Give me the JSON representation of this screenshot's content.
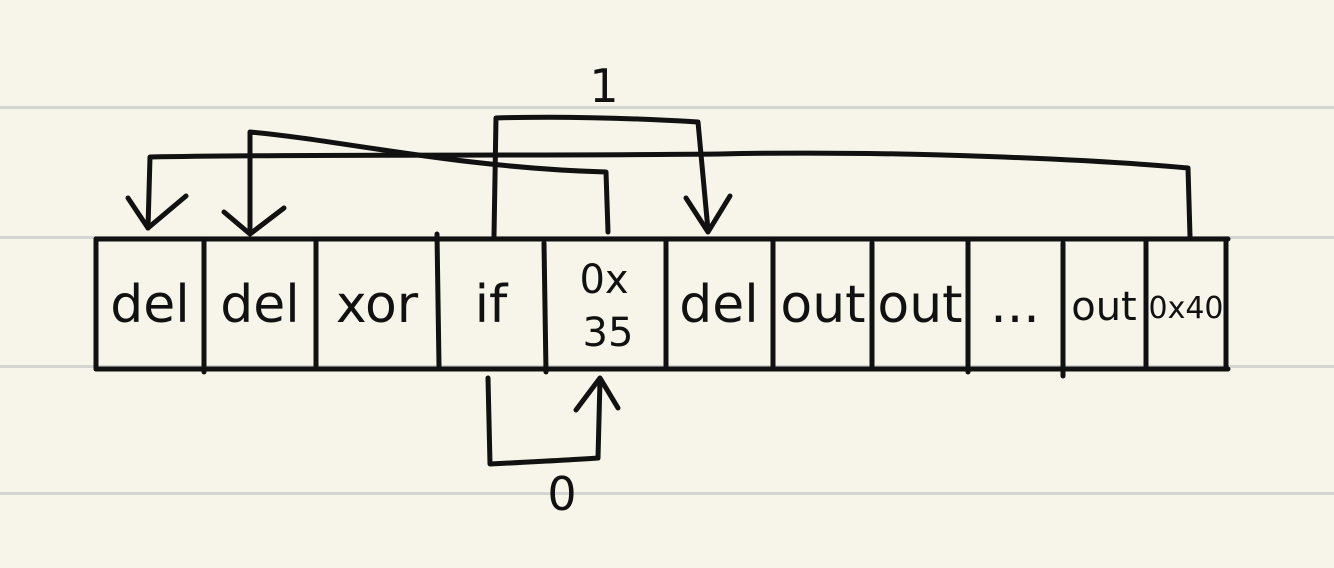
{
  "colors": {
    "background": "#f7f5ea",
    "ink": "#111111",
    "rule": "#d4d4d2"
  },
  "cells": [
    {
      "label": "del"
    },
    {
      "label": "del"
    },
    {
      "label": "xor"
    },
    {
      "label": "if"
    },
    {
      "label": "0x",
      "label2": "35"
    },
    {
      "label": "del"
    },
    {
      "label": "out"
    },
    {
      "label": "out"
    },
    {
      "label": "..."
    },
    {
      "label": "out"
    },
    {
      "label": "0x40"
    }
  ],
  "branch_labels": {
    "true": "1",
    "false": "0"
  }
}
